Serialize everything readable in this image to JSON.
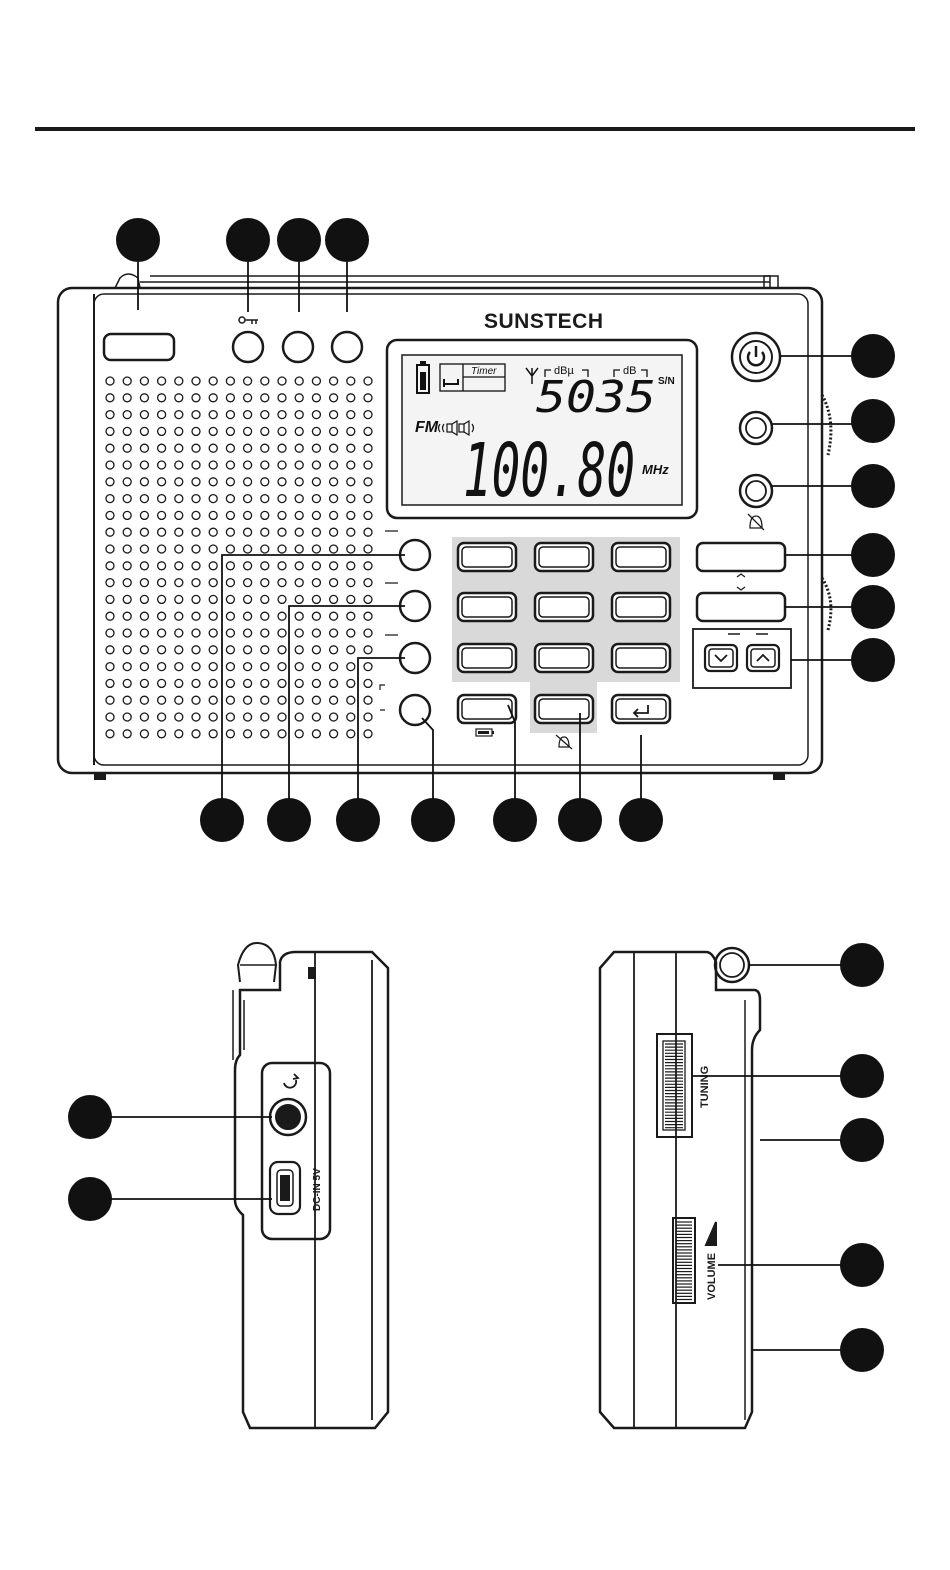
{
  "colors": {
    "ink": "#1a1a1a",
    "callout": "#111111",
    "keypad_bg": "#d9d9d9",
    "lcd_bg": "#ececec",
    "paper": "#ffffff"
  },
  "brand": {
    "logo": "SUNSTECH"
  },
  "display": {
    "timer_label": "Timer",
    "dbu_label": "dBµ",
    "db_label": "dB",
    "signal_value": "5035",
    "sn_label": "S/N",
    "band": "FM",
    "frequency": "100.80",
    "unit": "MHz"
  },
  "side_labels": {
    "dc_in": "DC-IN 5V",
    "tuning": "TUNING",
    "volume": "VOLUME"
  },
  "icons": {
    "key_lock": "key-icon",
    "power": "power-icon",
    "alarm_off": "alarm-bell-off-icon",
    "battery": "battery-icon",
    "enter": "enter-arrow-icon",
    "arrow_down": "chevron-down-icon",
    "arrow_up": "chevron-up-icon",
    "headphone": "headphone-icon",
    "antenna": "antenna-icon"
  }
}
